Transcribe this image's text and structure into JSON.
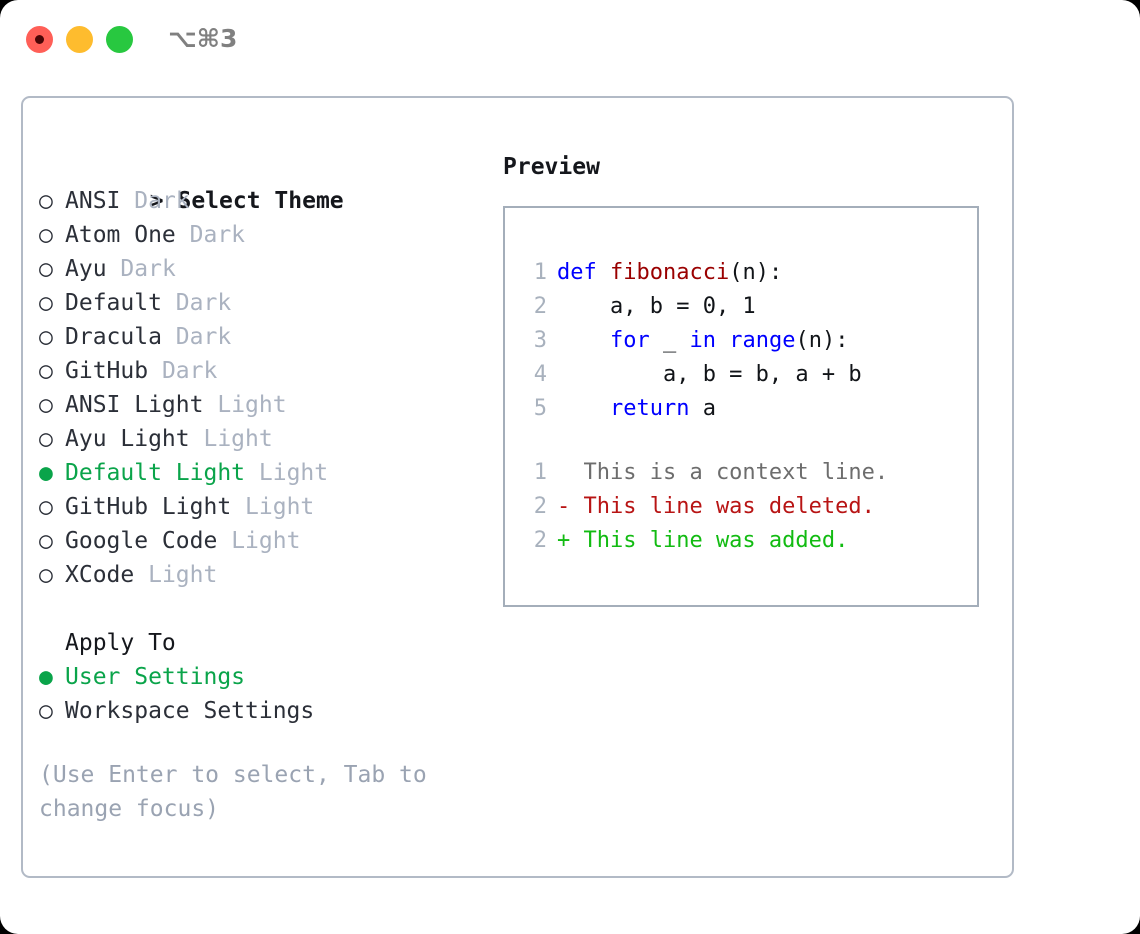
{
  "titlebar": {
    "shortcut": "⌥⌘3",
    "buttons": [
      "close",
      "minimize",
      "maximize"
    ]
  },
  "theme_picker": {
    "header": "> Select Theme",
    "header_prompt": ">",
    "header_text": "Select Theme",
    "marker_unselected": "○",
    "marker_selected": "●",
    "items": [
      {
        "name": "ANSI",
        "category": "Dark",
        "selected": false
      },
      {
        "name": "Atom One",
        "category": "Dark",
        "selected": false
      },
      {
        "name": "Ayu",
        "category": "Dark",
        "selected": false
      },
      {
        "name": "Default",
        "category": "Dark",
        "selected": false
      },
      {
        "name": "Dracula",
        "category": "Dark",
        "selected": false
      },
      {
        "name": "GitHub",
        "category": "Dark",
        "selected": false
      },
      {
        "name": "ANSI Light",
        "category": "Light",
        "selected": false
      },
      {
        "name": "Ayu Light",
        "category": "Light",
        "selected": false
      },
      {
        "name": "Default Light",
        "category": "Light",
        "selected": true
      },
      {
        "name": "GitHub Light",
        "category": "Light",
        "selected": false
      },
      {
        "name": "Google Code",
        "category": "Light",
        "selected": false
      },
      {
        "name": "XCode",
        "category": "Light",
        "selected": false
      }
    ]
  },
  "apply_to": {
    "label": "Apply To",
    "options": [
      {
        "name": "User Settings",
        "selected": true
      },
      {
        "name": "Workspace Settings",
        "selected": false
      }
    ]
  },
  "hint": "(Use Enter to select, Tab to change focus)",
  "preview": {
    "title": "Preview",
    "code_lines": [
      {
        "lineno": "1",
        "tokens": [
          {
            "t": "def ",
            "c": "kw"
          },
          {
            "t": "fibonacci",
            "c": "fn"
          },
          {
            "t": "(n):",
            "c": "plain"
          }
        ]
      },
      {
        "lineno": "2",
        "tokens": [
          {
            "t": "    a, b = 0, 1",
            "c": "plain"
          }
        ]
      },
      {
        "lineno": "3",
        "tokens": [
          {
            "t": "    ",
            "c": "plain"
          },
          {
            "t": "for",
            "c": "kw"
          },
          {
            "t": " _ ",
            "c": "plain"
          },
          {
            "t": "in",
            "c": "kw"
          },
          {
            "t": " ",
            "c": "plain"
          },
          {
            "t": "range",
            "c": "kw"
          },
          {
            "t": "(n):",
            "c": "plain"
          }
        ]
      },
      {
        "lineno": "4",
        "tokens": [
          {
            "t": "        a, b = b, a + b",
            "c": "plain"
          }
        ]
      },
      {
        "lineno": "5",
        "tokens": [
          {
            "t": "    ",
            "c": "plain"
          },
          {
            "t": "return",
            "c": "kw"
          },
          {
            "t": " a",
            "c": "plain"
          }
        ]
      }
    ],
    "diff_lines": [
      {
        "lineno": "1",
        "tokens": [
          {
            "t": "  This is a context line.",
            "c": "ctx"
          }
        ]
      },
      {
        "lineno": "2",
        "tokens": [
          {
            "t": "- This line was deleted.",
            "c": "del"
          }
        ]
      },
      {
        "lineno": "2",
        "tokens": [
          {
            "t": "+ This line was added.",
            "c": "add"
          }
        ]
      }
    ]
  },
  "colors": {
    "accent_green": "#0aa44a",
    "diff_add": "#12bb12",
    "diff_delete": "#b81414",
    "keyword_blue": "#0000ff",
    "function_red": "#9a0000",
    "muted": "#aab2c0",
    "hint": "#9aa3b2",
    "border": "#b2bac6",
    "traffic_red": "#ff5f57",
    "traffic_yellow": "#febc2e",
    "traffic_green": "#28c840"
  }
}
